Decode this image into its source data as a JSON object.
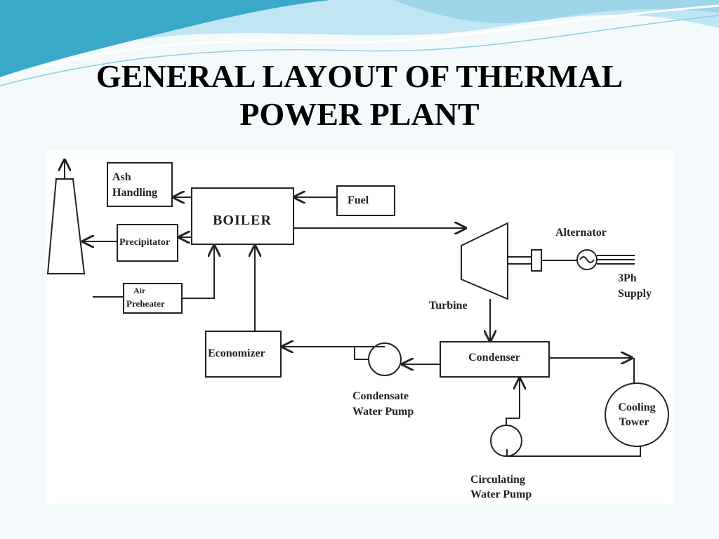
{
  "slide": {
    "title_line1": "GENERAL LAYOUT OF THERMAL",
    "title_line2": "POWER PLANT"
  },
  "diagram": {
    "labels": {
      "ash_handling_1": "Ash",
      "ash_handling_2": "Handling",
      "boiler": "BOILER",
      "fuel": "Fuel",
      "precipitator": "Precipitator",
      "air_preheater_1": "Air",
      "air_preheater_2": "Preheater",
      "economizer": "Economizer",
      "condenser": "Condenser",
      "alternator": "Alternator",
      "supply_1": "3Ph",
      "supply_2": "Supply",
      "turbine": "Turbine",
      "condensate_pump_1": "Condensate",
      "condensate_pump_2": "Water Pump",
      "cooling_tower_1": "Cooling",
      "cooling_tower_2": "Tower",
      "circulating_pump_1": "Circulating",
      "circulating_pump_2": "Water Pump"
    }
  },
  "colors": {
    "wave_dark": "#3aa9c9",
    "wave_light": "#bfe6f2",
    "background": "#f4fafc"
  }
}
